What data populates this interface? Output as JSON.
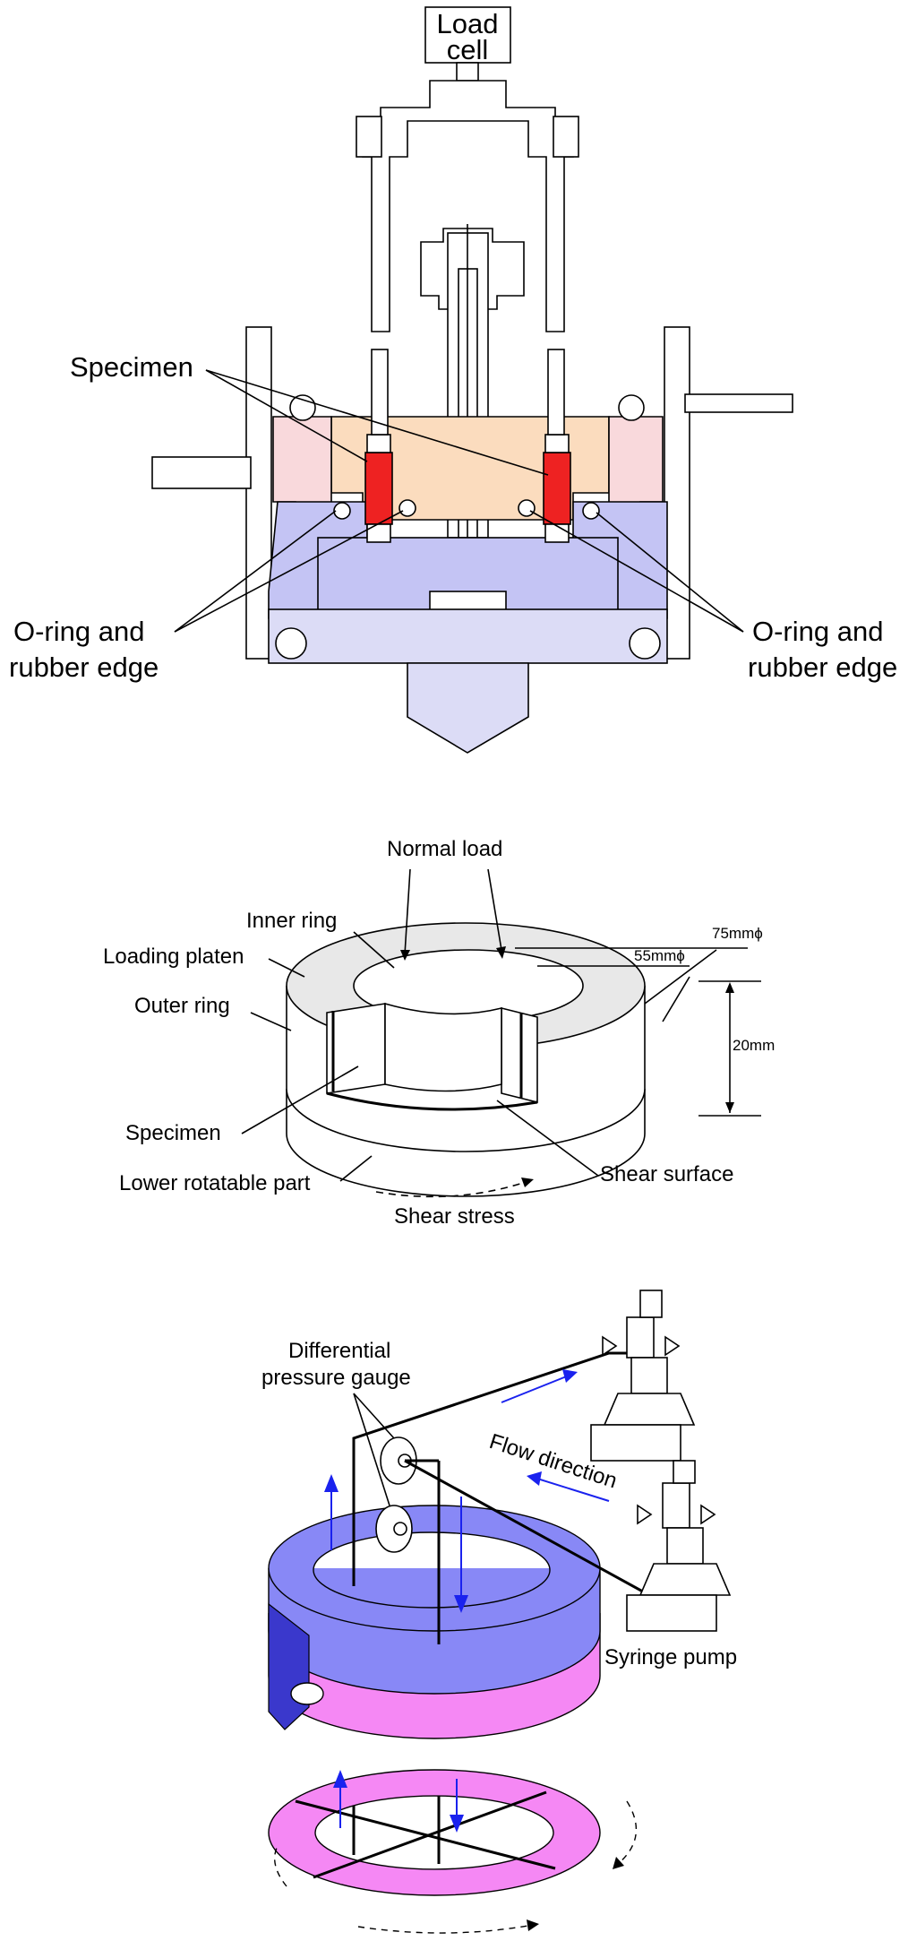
{
  "figure_a": {
    "load_cell": [
      "Load",
      "cell"
    ],
    "specimen": "Specimen",
    "oring_left": [
      "O-ring and",
      "rubber edge"
    ],
    "oring_right": [
      "O-ring and",
      "rubber edge"
    ]
  },
  "figure_b": {
    "normal_load": "Normal load",
    "inner_ring": "Inner ring",
    "loading_platen": "Loading platen",
    "outer_ring": "Outer ring",
    "specimen": "Specimen",
    "lower_rotatable": "Lower rotatable part",
    "shear_surface": "Shear surface",
    "shear_stress": "Shear stress",
    "dim_outer": "75mmϕ",
    "dim_inner": "55mmϕ",
    "dim_height": "20mm"
  },
  "figure_c": {
    "gauge": [
      "Differential",
      "pressure gauge"
    ],
    "flow_direction": "Flow direction",
    "syringe_pump": "Syringe pump"
  },
  "colors": {
    "specimen_red": "#ee2222",
    "peach": "#fbdcbe",
    "pink_light": "#f9d9dc",
    "blue_part": "#c4c4f4",
    "lavender": "#dcdcf6",
    "ring_blue": "#8888f6",
    "ring_blue_dark": "#3a38cc",
    "ring_magenta": "#f588f4",
    "arrow_blue": "#1a22ee",
    "platen_gray": "#e8e8e8"
  }
}
